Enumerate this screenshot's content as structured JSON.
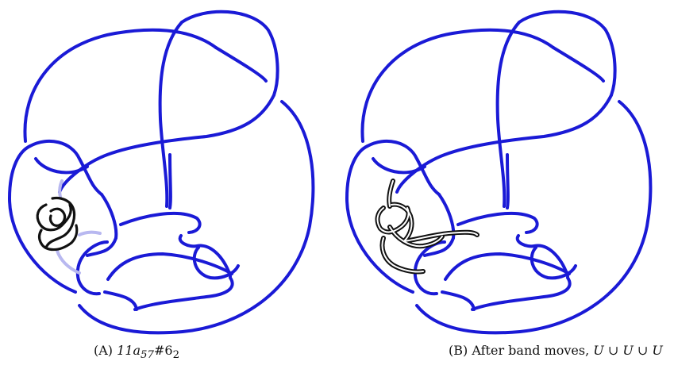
{
  "figure": {
    "panels": [
      {
        "id": "a",
        "caption_tag": "(A)",
        "caption_math": "11a",
        "caption_sub1": "57",
        "caption_mid": "#6",
        "caption_sub2": "2"
      },
      {
        "id": "b",
        "caption_tag": "(B)",
        "caption_text": "After band moves,",
        "caption_math": "U ∪ U ∪ U"
      }
    ],
    "colors": {
      "knot_blue": "#1a1ad6",
      "band_light": "#b8b8f0",
      "small_knot": "#111111"
    }
  }
}
